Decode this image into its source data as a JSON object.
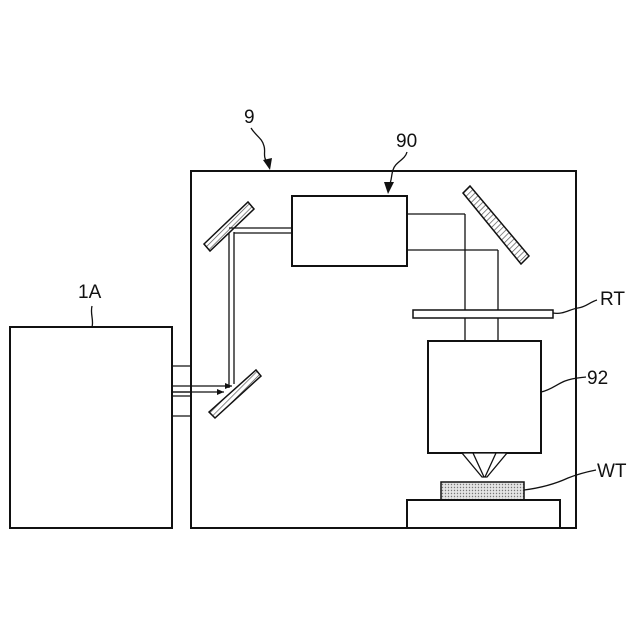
{
  "labels": {
    "source": "1A",
    "apparatus": "9",
    "unit_90": "90",
    "reticle": "RT",
    "unit_92": "92",
    "workpiece": "WT"
  }
}
